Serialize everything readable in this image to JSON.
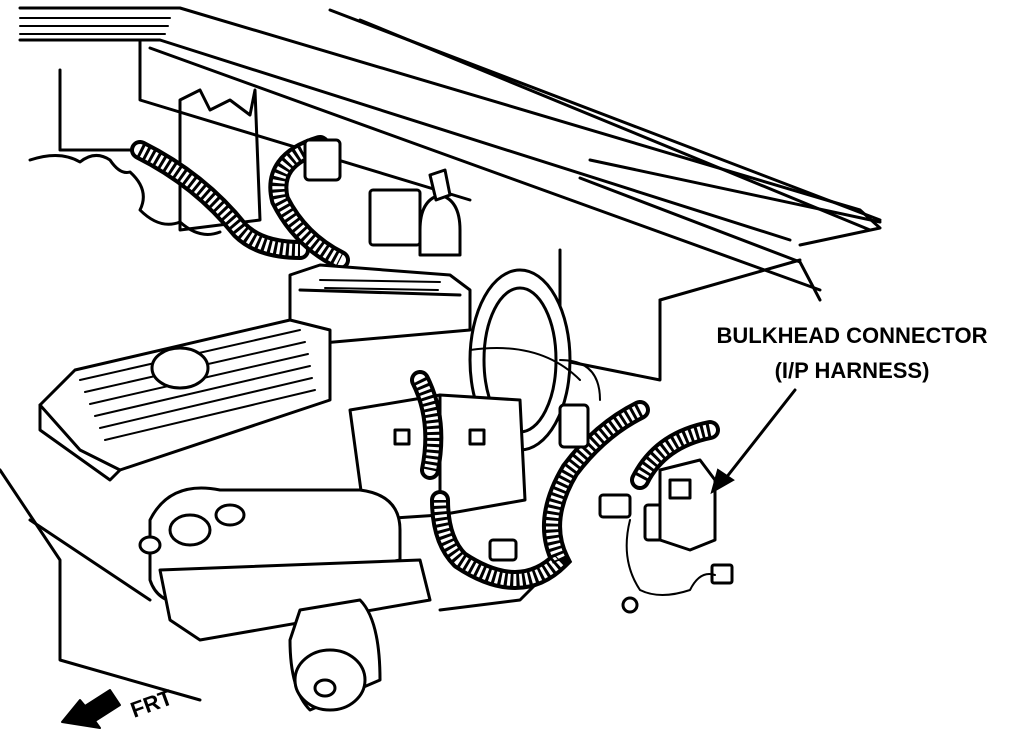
{
  "labels": {
    "bulkhead_line1": "BULKHEAD CONNECTOR",
    "bulkhead_line2": "(I/P HARNESS)",
    "front": "FRT"
  },
  "icons": {
    "front_arrow": "arrow-left-down-icon",
    "leader_arrow": "leader-arrow-icon"
  },
  "colors": {
    "ink": "#000000",
    "paper": "#ffffff"
  }
}
